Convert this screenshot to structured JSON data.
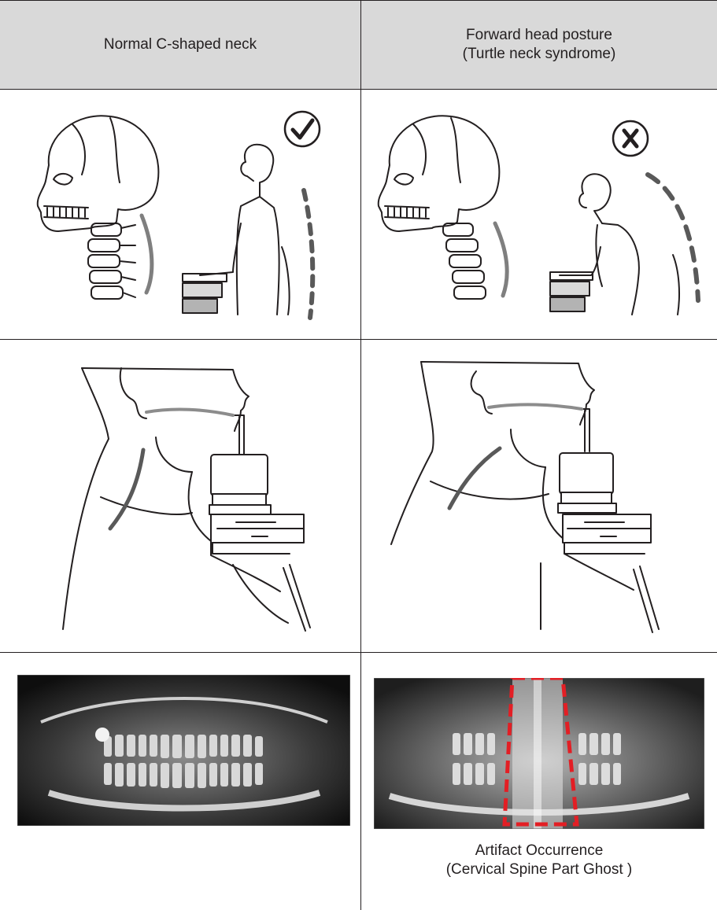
{
  "columns": [
    {
      "header_lines": [
        "Normal C-shaped neck"
      ],
      "status_icon": "check-circle-icon"
    },
    {
      "header_lines": [
        "Forward head posture",
        "(Turtle neck syndrome)"
      ],
      "status_icon": "x-circle-icon"
    }
  ],
  "xray_caption_lines": [
    "Artifact Occurrence",
    "(Cervical Spine Part Ghost )"
  ],
  "colors": {
    "header_bg": "#d9d9d9",
    "border": "#231f20",
    "curve_gray": "#7f7f7f",
    "artifact_box": "#e31e24"
  }
}
